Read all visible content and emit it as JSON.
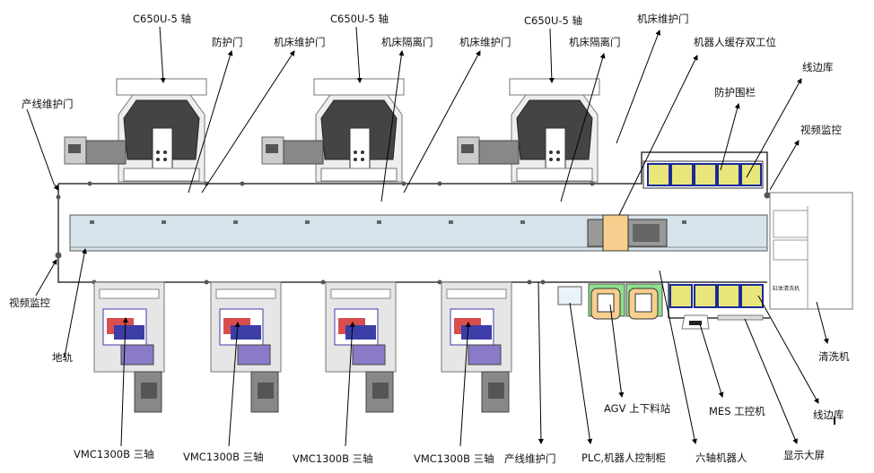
{
  "labels": {
    "c650_1": "C650U-5 轴",
    "c650_2": "C650U-5 轴",
    "c650_3": "C650U-5 轴",
    "guard_door": "防护门",
    "maint_door_1": "机床维护门",
    "iso_door_1": "机床隔离门",
    "maint_door_2": "机床维护门",
    "iso_door_2": "机床隔离门",
    "maint_door_3": "机床维护门",
    "robot_buffer": "机器人缓存双工位",
    "line_store_top": "线边库",
    "fence": "防护围栏",
    "video_right": "视频监控",
    "line_door_left": "产线维护门",
    "video_left": "视频监控",
    "rail": "地轨",
    "vmc_1": "VMC1300B  三轴",
    "vmc_2": "VMC1300B  三轴",
    "vmc_3": "VMC1300B  三轴",
    "vmc_4": "VMC1300B  三轴",
    "line_door_bottom": "产线维护门",
    "plc": "PLC,机器人控制柜",
    "six_axis": "六轴机器人",
    "screen": "显示大屏",
    "agv": "AGV 上下料站",
    "mes": "MES 工控机",
    "line_store_bottom": "线边库",
    "washer": "清洗机",
    "washer_inner": "缸体清洗机"
  },
  "colors": {
    "storage_yellow": "#e8e67a",
    "storage_blue": "#1a2a9a",
    "agv_green": "#8ee08e",
    "agv_orange": "#f7cf8e",
    "rail_fill": "#d7e3ea",
    "machine_dark": "#555555",
    "vmc_blue": "#3d3da8",
    "vmc_red": "#d02020"
  }
}
